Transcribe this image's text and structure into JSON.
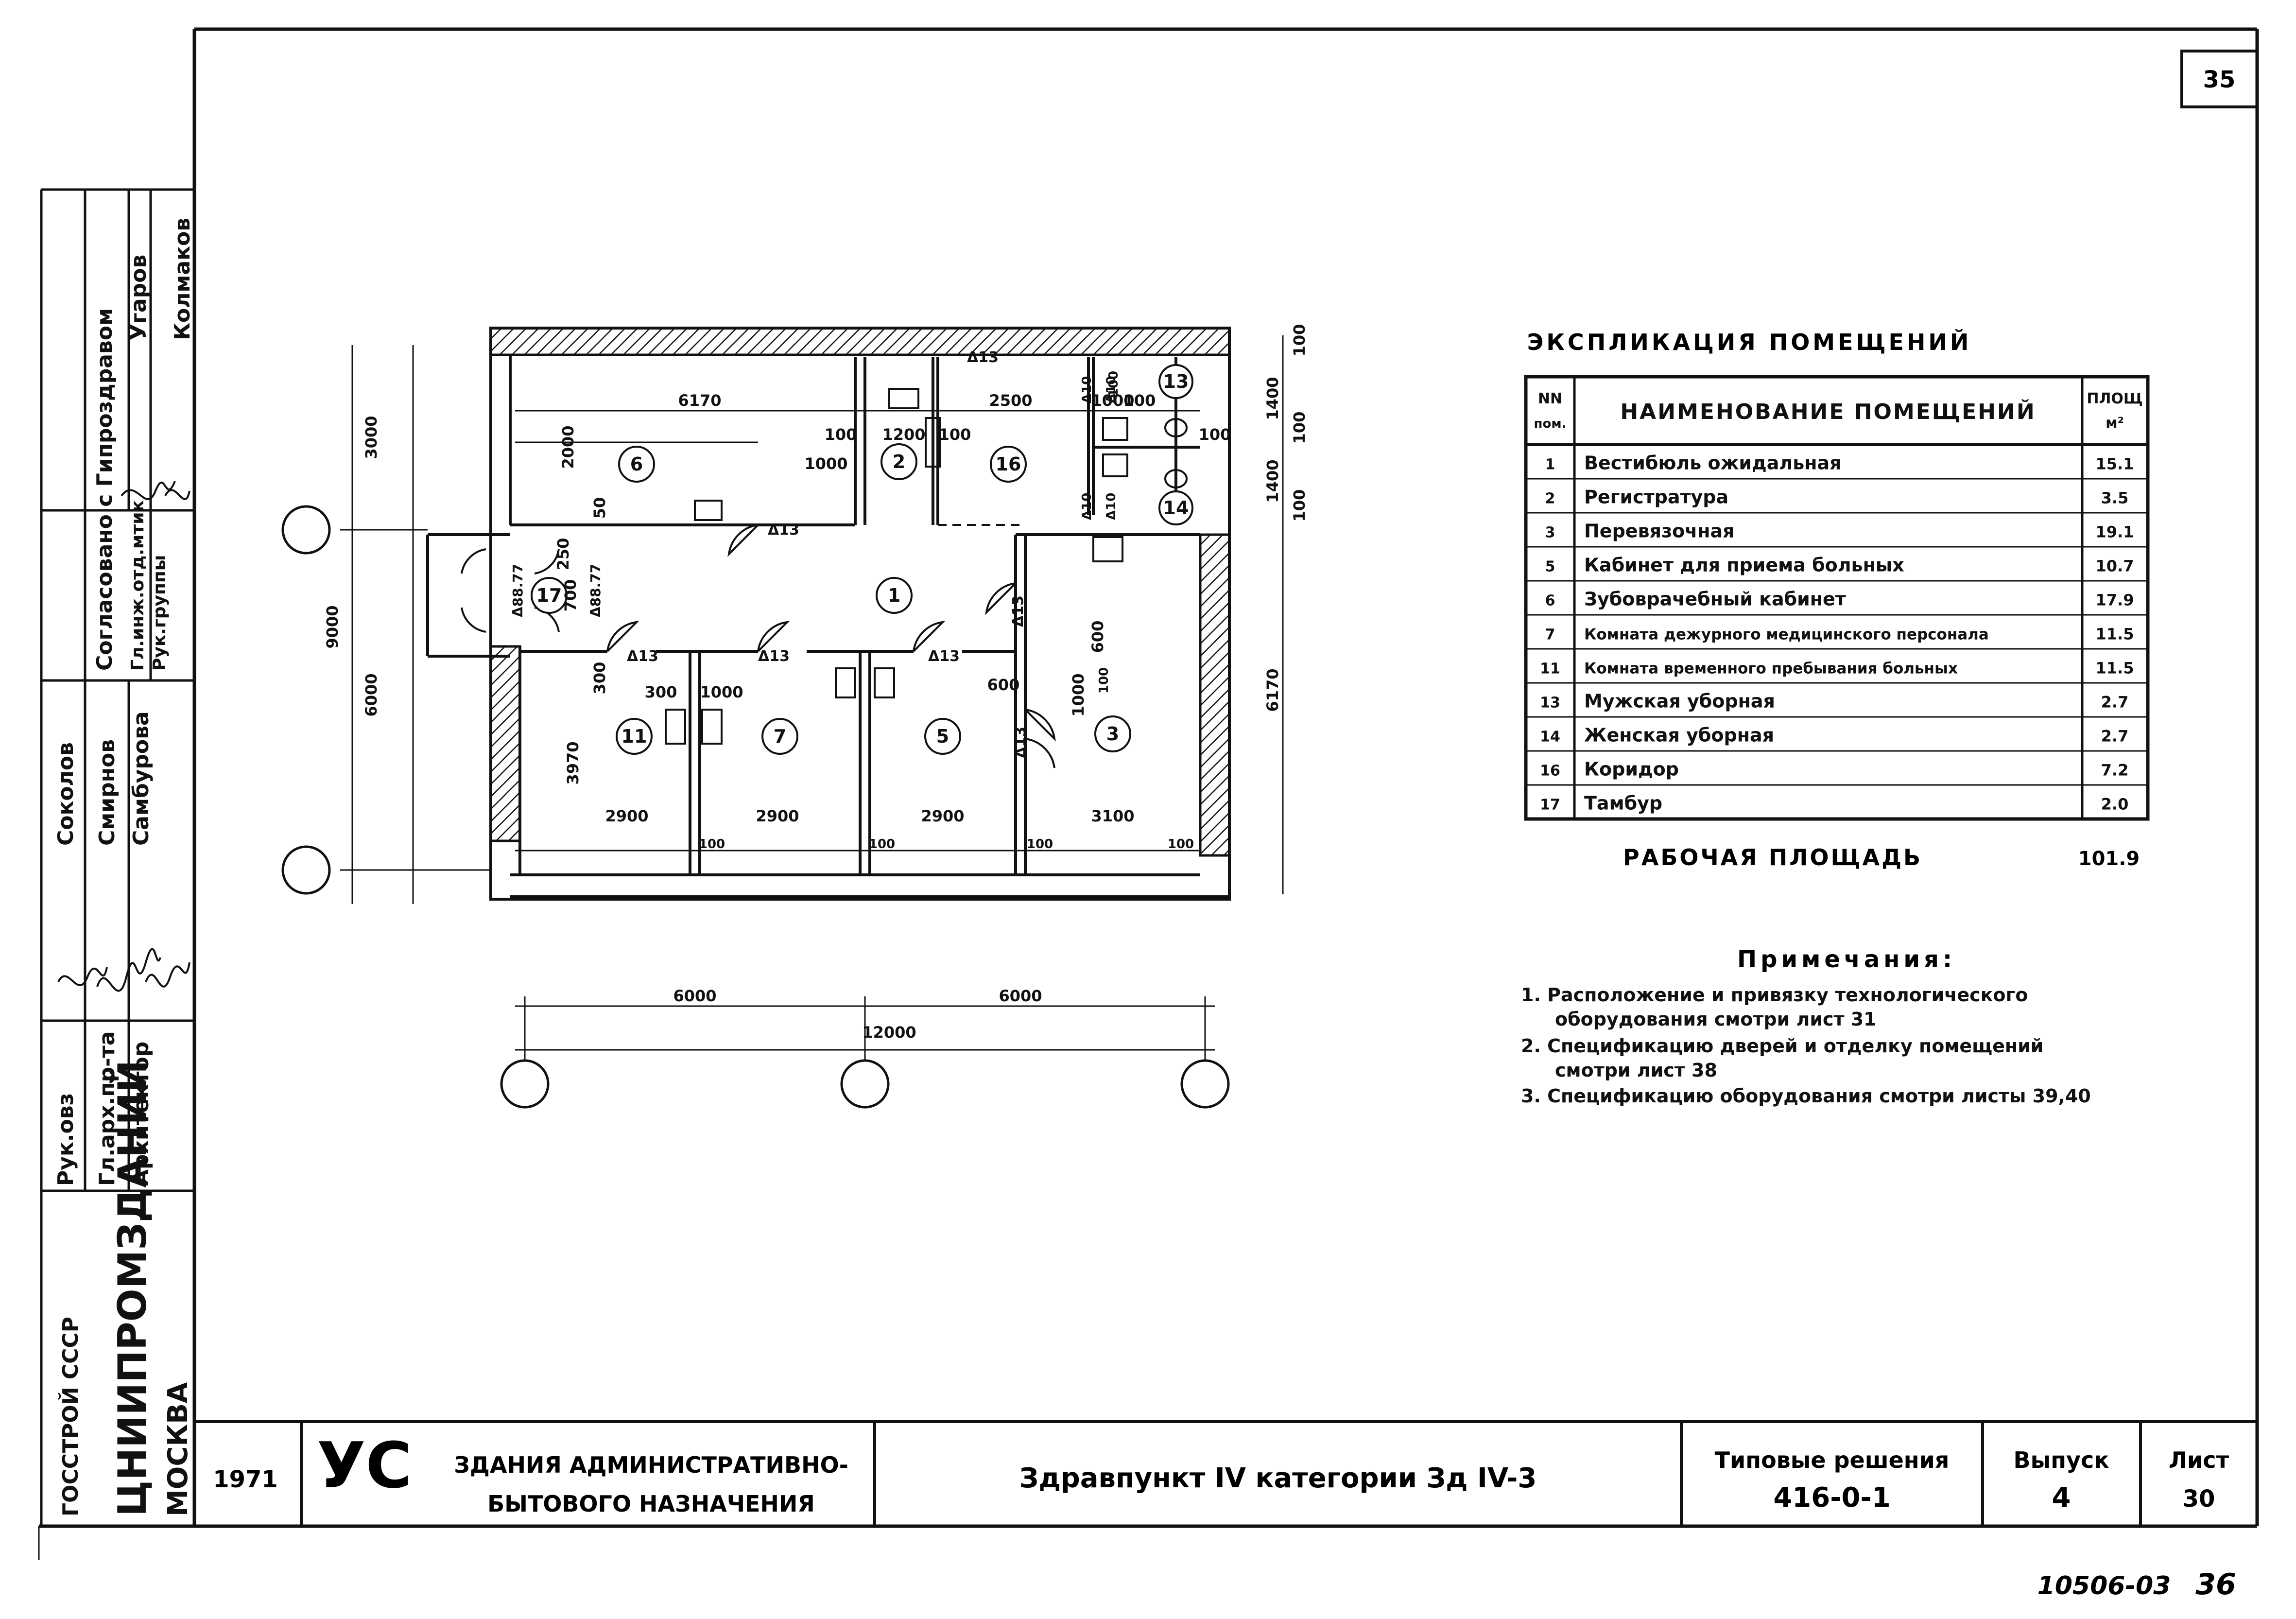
{
  "sheet": {
    "corner_number": "35",
    "bottom_code": "10506-03",
    "bottom_page": "36"
  },
  "side_stamp": {
    "org_line1": "ГОССТРОЙ СССР",
    "org_line2": "ЦНИИПРОМЗДАНИЙ",
    "org_line3": "МОСКВА",
    "roles": [
      "Рук.овз",
      "Гл.арх.пр-та",
      "Архитектор"
    ],
    "names": [
      "Соколов",
      "Смирнов",
      "Самбурова"
    ],
    "agreed": "Согласовано с Гипроздравом",
    "agreed_roles": [
      "Гл.инж.отд.мтик",
      "Рук.группы"
    ],
    "agreed_names": [
      "Угаров",
      "Колмаков"
    ]
  },
  "title_block": {
    "year": "1971",
    "series_code": "УС",
    "series_name_line1": "ЗДАНИЯ АДМИНИСТРАТИВНО-",
    "series_name_line2": "БЫТОВОГО НАЗНАЧЕНИЯ",
    "sheet_title": "Здравпункт IV категории Зд IV-3",
    "typical_label": "Типовые решения",
    "typical_code": "416-0-1",
    "issue_label": "Выпуск",
    "issue_value": "4",
    "list_label": "Лист",
    "list_value": "30"
  },
  "explication": {
    "title": "ЭКСПЛИКАЦИЯ ПОМЕЩЕНИЙ",
    "col_num_line1": "NN",
    "col_num_line2": "пом.",
    "col_name": "НАИМЕНОВАНИЕ ПОМЕЩЕНИЙ",
    "col_area_line1": "ПЛОЩ",
    "col_area_line2": "м²",
    "rows": [
      {
        "num": "1",
        "name": "Вестибюль ожидальная",
        "area": "15.1"
      },
      {
        "num": "2",
        "name": "Регистратура",
        "area": "3.5"
      },
      {
        "num": "3",
        "name": "Перевязочная",
        "area": "19.1"
      },
      {
        "num": "5",
        "name": "Кабинет для приема больных",
        "area": "10.7"
      },
      {
        "num": "6",
        "name": "Зубоврачебный кабинет",
        "area": "17.9"
      },
      {
        "num": "7",
        "name": "Комната дежурного медицинского персонала",
        "area": "11.5"
      },
      {
        "num": "11",
        "name": "Комната временного пребывания больных",
        "area": "11.5"
      },
      {
        "num": "13",
        "name": "Мужская уборная",
        "area": "2.7"
      },
      {
        "num": "14",
        "name": "Женская уборная",
        "area": "2.7"
      },
      {
        "num": "16",
        "name": "Коридор",
        "area": "7.2"
      },
      {
        "num": "17",
        "name": "Тамбур",
        "area": "2.0"
      }
    ],
    "work_area_label": "РАБОЧАЯ ПЛОЩАДЬ",
    "work_area_value": "101.9"
  },
  "notes": {
    "title": "Примечания:",
    "items": [
      "1. Расположение и привязку технологического",
      "оборудования смотри лист 31",
      "2. Спецификацию дверей и отделку помещений",
      "смотри лист 38",
      "3. Спецификацию оборудования смотри листы 39,40"
    ]
  },
  "plan": {
    "rooms": [
      "1",
      "2",
      "3",
      "5",
      "6",
      "7",
      "11",
      "13",
      "14",
      "16",
      "17"
    ],
    "dims_top": [
      "6170",
      "1200",
      "2500",
      "1000",
      "100",
      "100",
      "100",
      "100"
    ],
    "dims_left": [
      "3000",
      "2000",
      "9000",
      "6000",
      "3970",
      "50",
      "250",
      "700",
      "300"
    ],
    "dims_right": [
      "100",
      "1400",
      "100",
      "1400",
      "100",
      "6170"
    ],
    "dims_bottom_spans": [
      "2900",
      "2900",
      "2900",
      "3100"
    ],
    "dims_bottom_small": [
      "100",
      "100",
      "100",
      "100"
    ],
    "dims_overall": [
      "6000",
      "6000",
      "12000"
    ],
    "dims_misc": [
      "1000",
      "300",
      "1000",
      "600",
      "1000",
      "600",
      "100",
      "100"
    ],
    "levels": [
      "Δ13",
      "Δ13",
      "Δ13",
      "Δ13",
      "Δ13",
      "Δ13",
      "Δ13",
      "Δ10",
      "Δ10",
      "Δ10",
      "Δ10",
      "Δ88.77",
      "Δ88.77"
    ]
  }
}
